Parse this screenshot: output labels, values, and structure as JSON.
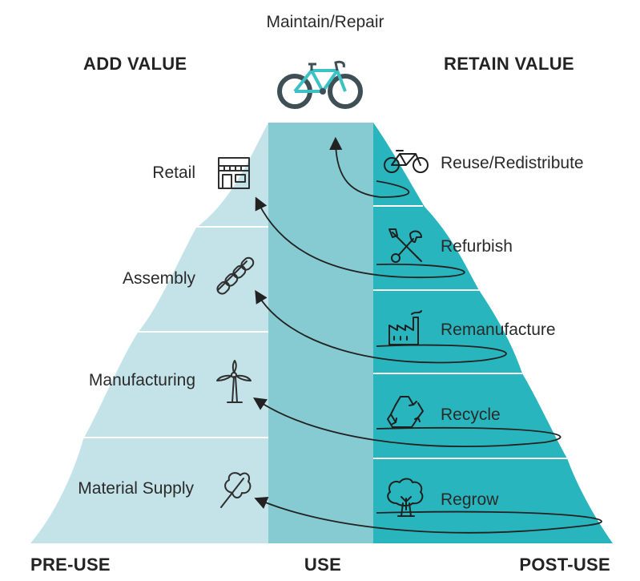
{
  "top_label": "Maintain/Repair",
  "headers": {
    "add_value": "ADD VALUE",
    "retain_value": "RETAIN VALUE"
  },
  "bottom_labels": {
    "pre_use": "PRE-USE",
    "use": "USE",
    "post_use": "POST-USE"
  },
  "left_stages": [
    {
      "label": "Retail",
      "icon": "storefront-icon"
    },
    {
      "label": "Assembly",
      "icon": "bike-chain-icon"
    },
    {
      "label": "Manufacturing",
      "icon": "wind-turbine-icon"
    },
    {
      "label": "Material Supply",
      "icon": "leaf-icon"
    }
  ],
  "right_stages": [
    {
      "label": "Reuse/Redistribute",
      "icon": "bicycle-icon"
    },
    {
      "label": "Refurbish",
      "icon": "tools-icon"
    },
    {
      "label": "Remanufacture",
      "icon": "factory-icon"
    },
    {
      "label": "Recycle",
      "icon": "recycle-icon"
    },
    {
      "label": "Regrow",
      "icon": "tree-icon"
    }
  ],
  "top_icon": "road-bike-icon",
  "colors": {
    "pre_use": "#c4e3e8",
    "use": "#86cbd2",
    "post_use": "#29b5bd",
    "bike_frame": "#3cc1c4",
    "divider": "#ffffff"
  }
}
